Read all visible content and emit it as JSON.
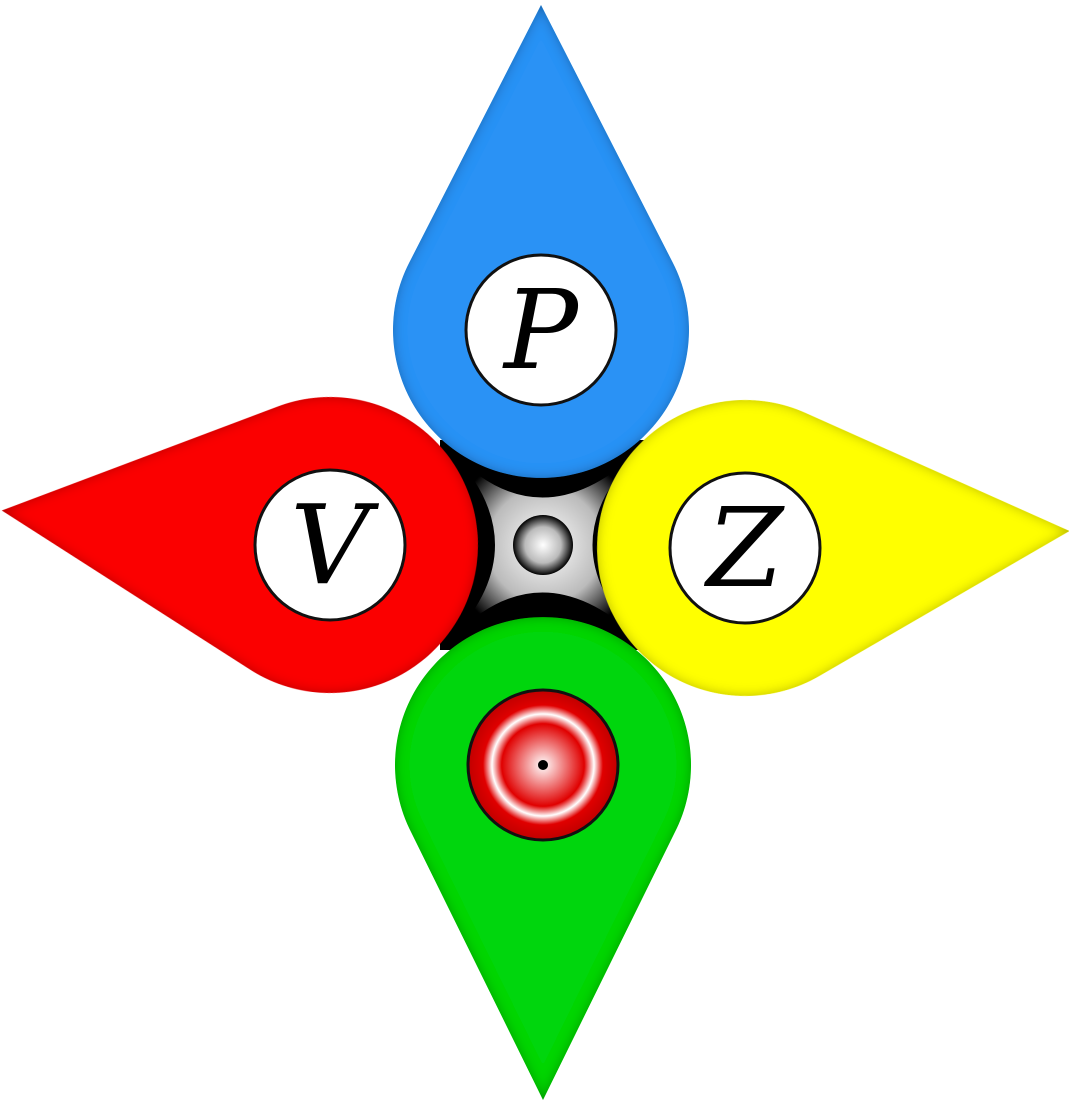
{
  "logo": {
    "letters": {
      "top": "P",
      "left": "V",
      "right": "Z"
    },
    "colors": {
      "top": "#2b92f5",
      "left": "#fb0000",
      "right": "#ffff00",
      "bottom": "#00d60a",
      "center": "#000000",
      "target": "#e00000"
    }
  }
}
